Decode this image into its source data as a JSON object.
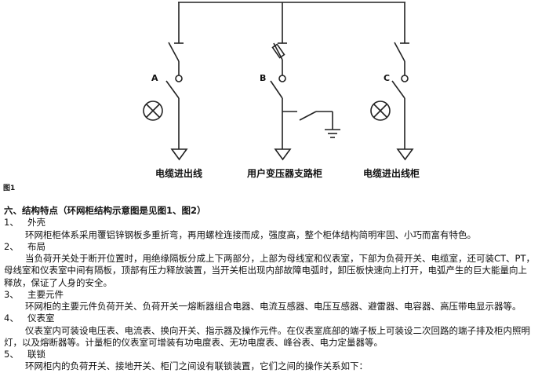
{
  "figure": {
    "switch_labels": [
      "A",
      "B",
      "C"
    ],
    "captions": [
      "电缆进出线",
      "用户变压器支路柜",
      "电缆进出线柜"
    ],
    "figure_label": "图1"
  },
  "section": {
    "title": "六、结构特点（环网柜结构示意图是见图1、图2）",
    "items": [
      {
        "num": "1、",
        "heading": "外壳",
        "lines": [
          "环网柜柜体系采用覆铝锌钢板多重折弯，再用螺栓连接而成，强度高，整个柜体结构简明牢固、小巧而富有特色。"
        ]
      },
      {
        "num": "2、",
        "heading": "布局",
        "lines": [
          "当负荷开关处于断开位置时，用绝缘隔板分成上下两部分，上部为母线室和仪表室，下部为负荷开关、电缆室，还可装CT、PT，",
          "母线室和仪表室中间有隔板，顶部有压力释放装置，当开关柜出现内部故障电弧时，卸压板快速向上打开，电弧产生的巨大能量向上",
          "释放，保证了人身的安全。"
        ]
      },
      {
        "num": "3、",
        "heading": "主要元件",
        "lines": [
          "环网柜的主要元件负荷开关、负荷开关一熔断器组合电器、电流互感器、电压互感器、避雷器、电容器、高压带电显示器等。"
        ]
      },
      {
        "num": "4、",
        "heading": "仪表室",
        "lines": [
          "仪表室内可装设电压表、电流表、换向开关、指示器及操作元件。在仪表室底部的端子板上可装设二次回路的端子排及柜内照明",
          "灯，以及熔断器等。计量柜的仪表室可增装有功电度表、无功电度表、峰谷表、电力定量器等。"
        ]
      },
      {
        "num": "5、",
        "heading": "联锁",
        "lines": [
          "环网柜内的负荷开关、接地开关、柜门之间设有联锁装置，它们之间的操作关系如下："
        ]
      }
    ]
  }
}
